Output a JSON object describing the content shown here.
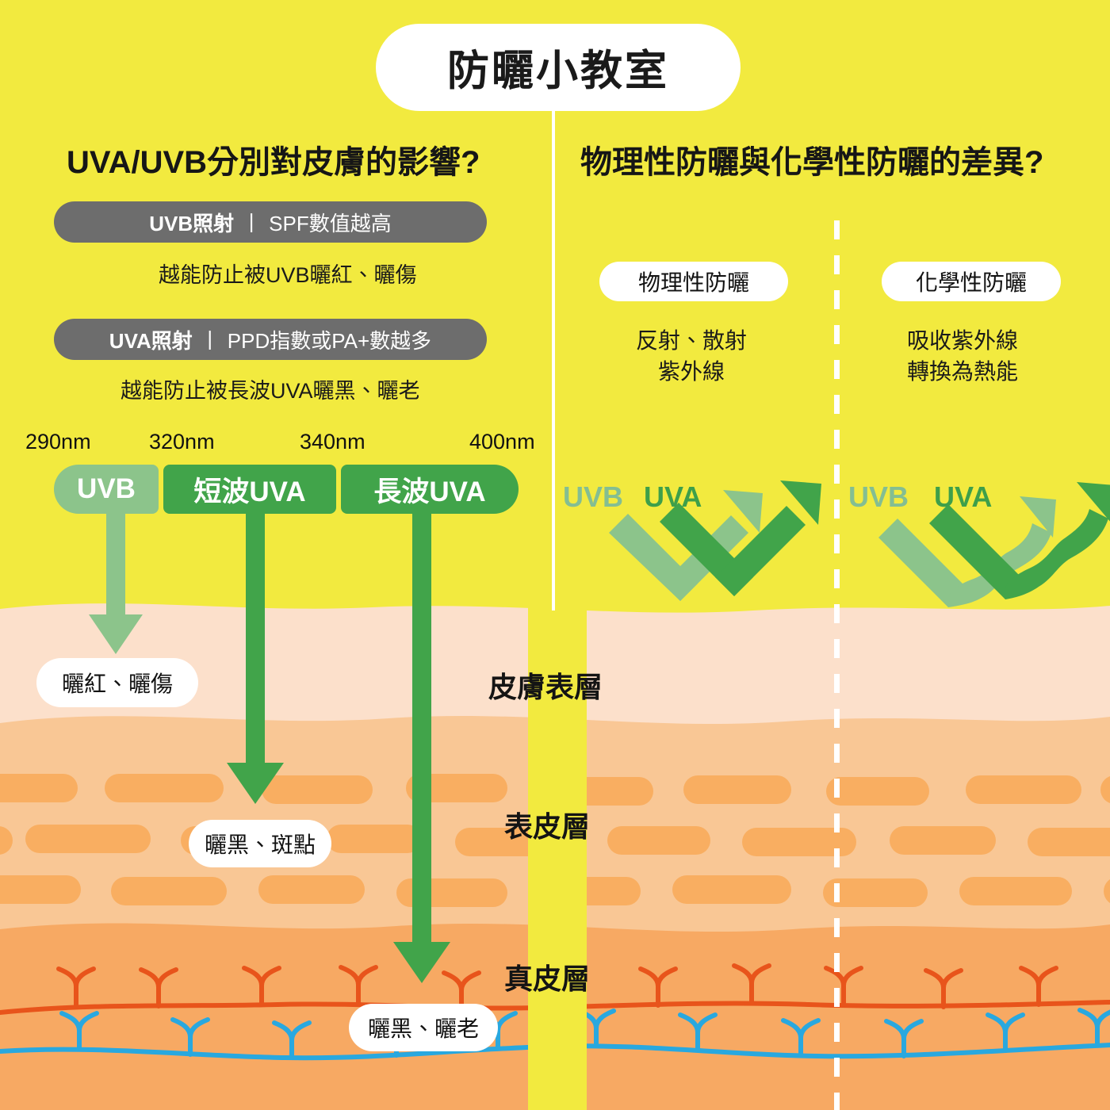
{
  "title": "防曬小教室",
  "colors": {
    "background_yellow": "#F2EA3F",
    "pill_grey": "#6D6D6D",
    "uvb_green": "#8CC48B",
    "uva_green": "#41A44A",
    "skin_surface": "#FCE0CB",
    "skin_epidermis": "#F9C795",
    "skin_dermis": "#F7A963",
    "artery_red": "#E8541B",
    "vein_blue": "#29A8DF"
  },
  "left_section": {
    "heading": "UVA/UVB分別對皮膚的影響?",
    "rows": [
      {
        "pill_bold": "UVB照射",
        "pill_sep": "丨",
        "pill_normal": "SPF數值越高",
        "note": "越能防止被UVB曬紅、曬傷"
      },
      {
        "pill_bold": "UVA照射",
        "pill_sep": "丨",
        "pill_normal": "PPD指數或PA+數越多",
        "note": "越能防止被長波UVA曬黑、曬老"
      }
    ],
    "wavelengths": [
      "290nm",
      "320nm",
      "340nm",
      "400nm"
    ],
    "bands": [
      {
        "label": "UVB",
        "color": "#8CC48B"
      },
      {
        "label": "短波UVA",
        "color": "#41A44A"
      },
      {
        "label": "長波UVA",
        "color": "#41A44A"
      }
    ],
    "callouts": [
      "曬紅、曬傷",
      "曬黑、斑點",
      "曬黑、曬老"
    ]
  },
  "right_section": {
    "heading": "物理性防曬與化學性防曬的差異?",
    "columns": [
      {
        "pill": "物理性防曬",
        "desc_line1": "反射、散射",
        "desc_line2": "紫外線",
        "uvb_label": "UVB",
        "uva_label": "UVA"
      },
      {
        "pill": "化學性防曬",
        "desc_line1": "吸收紫外線",
        "desc_line2": "轉換為熱能",
        "uvb_label": "UVB",
        "uva_label": "UVA"
      }
    ]
  },
  "skin_layers": [
    "皮膚表層",
    "表皮層",
    "真皮層"
  ]
}
